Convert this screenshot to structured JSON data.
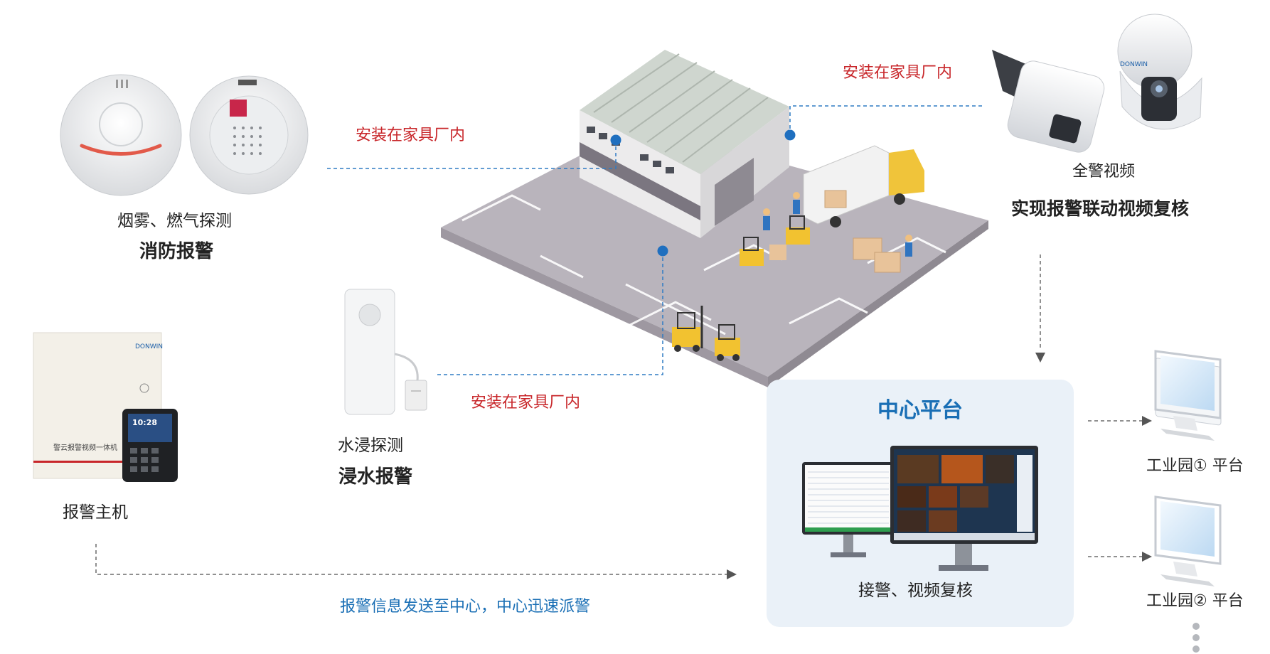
{
  "labels": {
    "smoke_device": "烟雾、燃气探测",
    "smoke_alarm": "消防报警",
    "install_left": "安装在家具厂内",
    "install_top": "安装在家具厂内",
    "install_bottom": "安装在家具厂内",
    "camera_name": "全警视频",
    "camera_desc": "实现报警联动视频复核",
    "alarm_host": "报警主机",
    "water_device": "水浸探测",
    "water_alarm": "浸水报警",
    "center_title": "中心平台",
    "center_desc": "接警、视频复核",
    "send_info": "报警信息发送至中心，中心迅速派警",
    "park1": "工业园① 平台",
    "park2": "工业园② 平台"
  },
  "devices": {
    "brand": "DONWIN",
    "host_panel_title": "警云报警视频一体机",
    "keypad_time": "10:28"
  },
  "colors": {
    "accent_blue": "#1a6fb5",
    "accent_red": "#c8262a",
    "connector_dot": "#1f6fbf",
    "center_panel": "#eaf1f8"
  }
}
